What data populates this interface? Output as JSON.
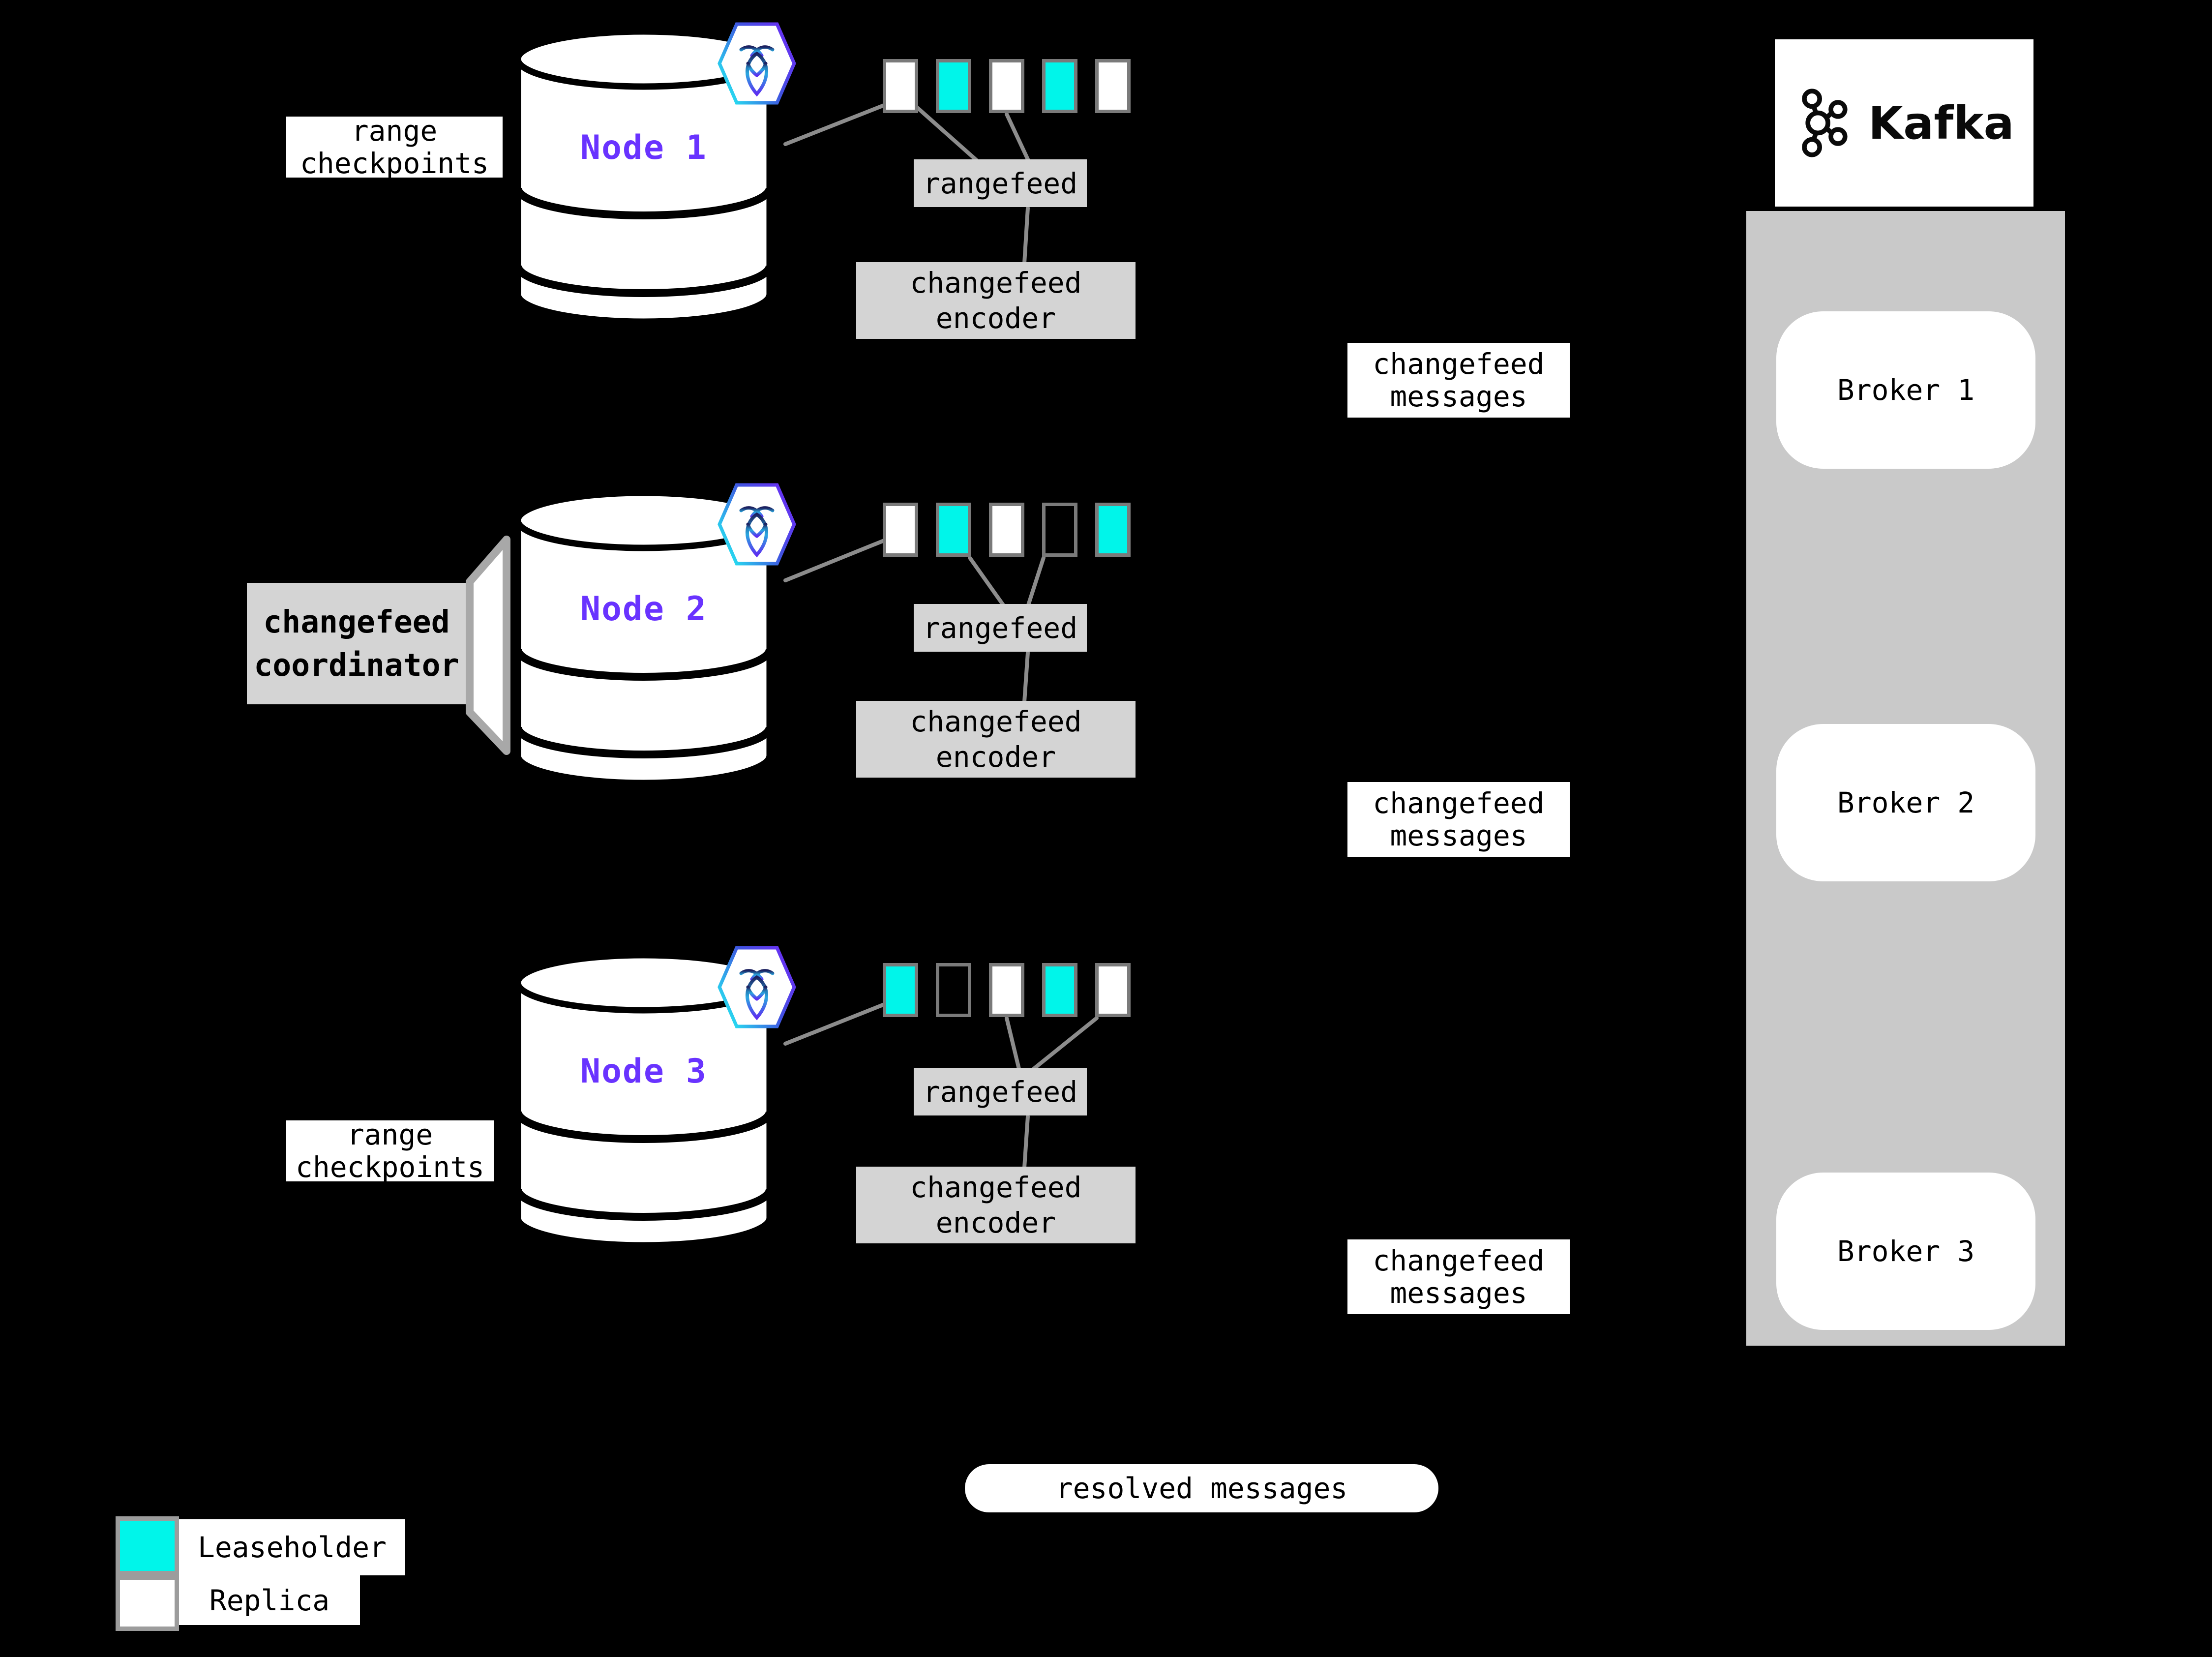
{
  "nodes": [
    {
      "label": "Node 1",
      "side_label": "range checkpoints",
      "ranges": [
        "replica",
        "leaseholder",
        "replica",
        "leaseholder",
        "replica"
      ],
      "rangefeed_label": "rangefeed",
      "encoder_label": "changefeed encoder",
      "messages_label": "changefeed messages"
    },
    {
      "label": "Node 2",
      "side_label": "changefeed coordinator",
      "ranges": [
        "replica",
        "leaseholder",
        "replica",
        "empty",
        "leaseholder"
      ],
      "rangefeed_label": "rangefeed",
      "encoder_label": "changefeed encoder",
      "messages_label": "changefeed messages"
    },
    {
      "label": "Node 3",
      "side_label": "range checkpoints",
      "ranges": [
        "leaseholder",
        "empty",
        "replica",
        "leaseholder",
        "replica"
      ],
      "rangefeed_label": "rangefeed",
      "encoder_label": "changefeed encoder",
      "messages_label": "changefeed messages"
    }
  ],
  "kafka": {
    "title": "Kafka",
    "brokers": [
      "Broker 1",
      "Broker 2",
      "Broker 3"
    ]
  },
  "resolved_label": "resolved messages",
  "legend": {
    "leaseholder": "Leaseholder",
    "replica": "Replica"
  },
  "colors": {
    "canvas_bg": "#000000",
    "leaseholder": "#00f5ea",
    "replica": "#ffffff",
    "node_label": "#6933ff",
    "connector": "#8c8c8c",
    "box_gray": "#d4d4d4",
    "container_gray": "#c9c9c9",
    "square_border": "#7a7a7a",
    "swatch_border": "#9c9c9c",
    "text": "#000000"
  }
}
